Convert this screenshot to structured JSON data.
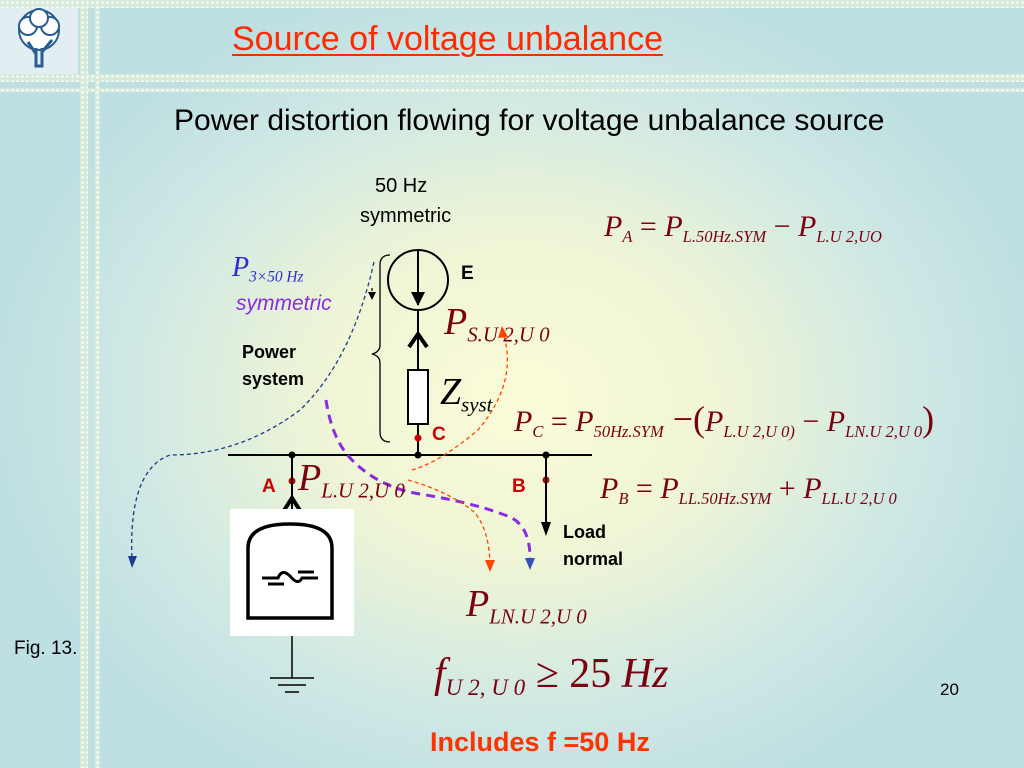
{
  "title": "Source of voltage unbalance",
  "subtitle": "Power distortion flowing for voltage unbalance source",
  "source_label_line1": "50 Hz",
  "source_label_line2": "symmetric",
  "node_E": "E",
  "node_C": "C",
  "node_A": "A",
  "node_B": "B",
  "p3_symbol": "P",
  "p3_subscript": "3×50 Hz",
  "p3_caption": "symmetric",
  "power_system_line1": "Power",
  "power_system_line2": "system",
  "psu_symbol": "P",
  "psu_subscript": "S.U 2,U 0",
  "zsyst_symbol": "Z",
  "zsyst_subscript": "syst",
  "plu_symbol": "P",
  "plu_subscript": "L.U 2,U 0",
  "pln_symbol": "P",
  "pln_subscript": "LN.U 2,U 0",
  "load_line1": "Load",
  "load_line2": "normal",
  "eq_a": {
    "p1": "P",
    "s1": "A",
    "op1": " = ",
    "p2": "P",
    "s2": "L.50Hz.SYM",
    "op2": " − ",
    "p3": "P",
    "s3": "L.U 2,UO"
  },
  "eq_c": {
    "p1": "P",
    "s1": "C",
    "op1": " = ",
    "p2": "P",
    "s2": "50Hz.SYM",
    "op2": " −(",
    "p3": "P",
    "s3": "L.U 2,U 0)",
    "op3": " − ",
    "p4": "P",
    "s4": "LN.U 2,U 0",
    "close": ")"
  },
  "eq_b": {
    "p1": "P",
    "s1": "B",
    "op1": " = ",
    "p2": "P",
    "s2": "LL.50Hz.SYM",
    "op2": " + ",
    "p3": "P",
    "s3": "LL.U 2,U 0"
  },
  "freq_eq": {
    "f": "f",
    "sub": "U 2, U 0",
    "rel": " ≥ 25 ",
    "unit": "Hz"
  },
  "fig_label": "Fig. 13.",
  "page_number": "20",
  "includes": "Includes f =50 Hz",
  "colors": {
    "title": "#ff2a00",
    "formula": "#7a0010",
    "purple_dash": "#8a2be2",
    "blue_dash": "#1a3b8f",
    "orange_dash": "#ff4400",
    "node_dot": "#cc0000"
  }
}
